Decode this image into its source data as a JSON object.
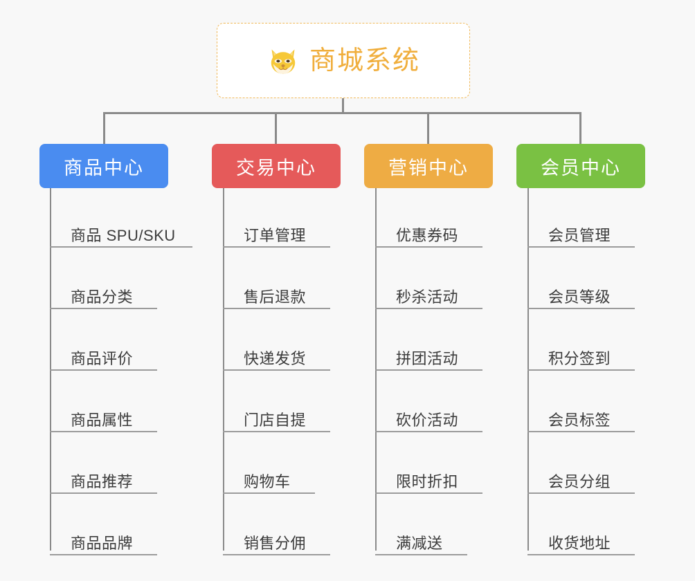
{
  "theme": {
    "background": "#f8f8f8",
    "connector": "#8a8a8a",
    "leaf_text": "#3b3b3b",
    "leaf_rule": "#9b9b9b",
    "root_border": "#f0b858",
    "root_text": "#f0ae3c",
    "root_background": "#ffffff"
  },
  "root": {
    "title": "商城系统",
    "icon": "shiba-dog-icon"
  },
  "categories": [
    {
      "label": "商品中心",
      "color": "#4a8cf0",
      "items": [
        "商品 SPU/SKU",
        "商品分类",
        "商品评价",
        "商品属性",
        "商品推荐",
        "商品品牌"
      ]
    },
    {
      "label": "交易中心",
      "color": "#e55a5a",
      "items": [
        "订单管理",
        "售后退款",
        "快递发货",
        "门店自提",
        "购物车",
        "销售分佣"
      ]
    },
    {
      "label": "营销中心",
      "color": "#eeac44",
      "items": [
        "优惠券码",
        "秒杀活动",
        "拼团活动",
        "砍价活动",
        "限时折扣",
        "满减送"
      ]
    },
    {
      "label": "会员中心",
      "color": "#7ac143",
      "items": [
        "会员管理",
        "会员等级",
        "积分签到",
        "会员标签",
        "会员分组",
        "收货地址"
      ]
    }
  ]
}
